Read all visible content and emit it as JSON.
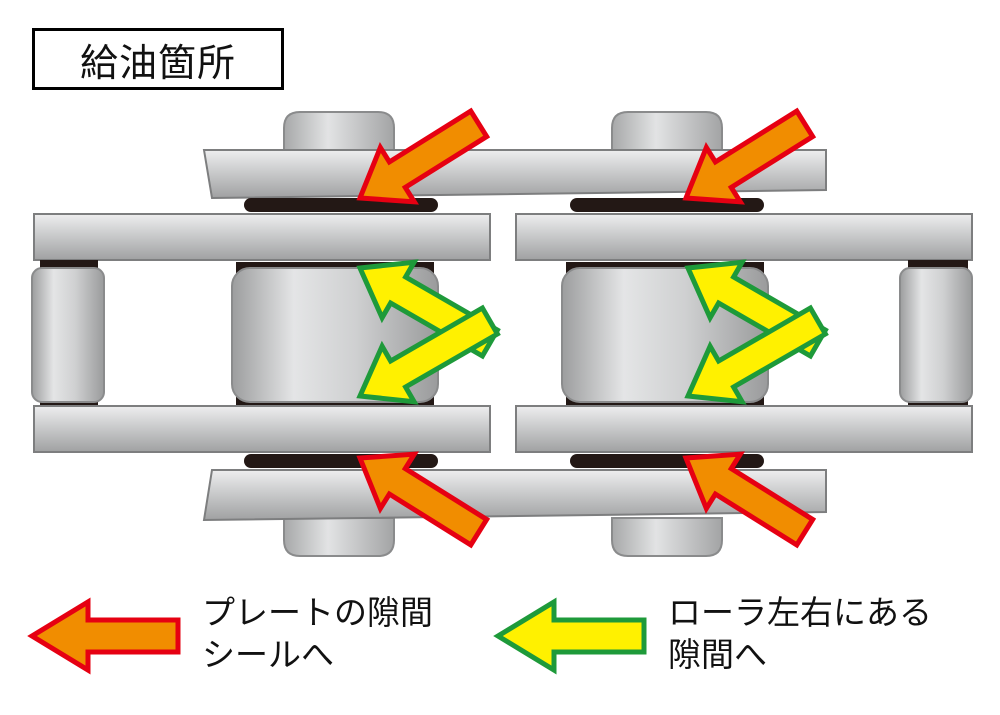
{
  "title": "給油箇所",
  "colors": {
    "orange_fill": "#F18D00",
    "orange_border": "#E60012",
    "yellow_fill": "#FFF100",
    "yellow_border": "#1E9A3A",
    "chain_plate": "#C8C9CA",
    "seal": "#231815"
  },
  "legend": [
    {
      "id": "plate-gap",
      "color": "orange",
      "lines": [
        "プレートの隙間",
        "シールへ"
      ]
    },
    {
      "id": "roller-gap",
      "color": "yellow",
      "lines": [
        "ローラ左右にある",
        "隙間へ"
      ]
    }
  ]
}
